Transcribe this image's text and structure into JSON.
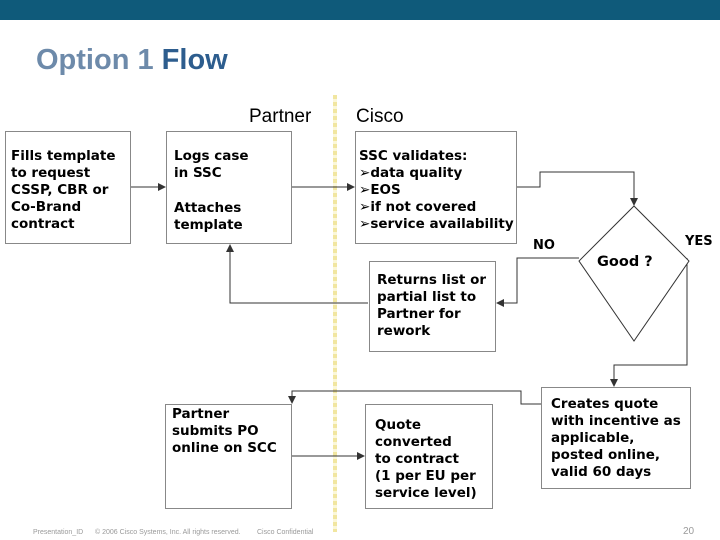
{
  "title": {
    "part1": "Option 1",
    "part2": "Flow"
  },
  "columns": {
    "partner": "Partner",
    "cisco": "Cisco"
  },
  "boxes": {
    "fills_template": "Fills template\nto request\nCSSP, CBR or\nCo-Brand\ncontract",
    "logs_case": "Logs case\nin SSC",
    "attaches_template": "Attaches\ntemplate",
    "ssc_validates": {
      "heading": "SSC validates:",
      "bullets": [
        "data quality",
        "EOS",
        "if not covered",
        "service availability"
      ]
    },
    "returns_list": "Returns list or\npartial list to\nPartner for\nrework",
    "partner_submits": "Partner\nsubmits PO\nonline on SCC",
    "quote_converted": "Quote\nconverted\nto contract\n(1 per EU per\nservice level)",
    "creates_quote": "Creates quote\nwith incentive as\napplicable,\nposted online,\nvalid 60 days",
    "decision": "Good ?"
  },
  "labels": {
    "no": "NO",
    "yes": "YES"
  },
  "footer": {
    "presentation_id": "Presentation_ID",
    "copyright": "© 2006 Cisco Systems, Inc. All rights reserved.",
    "confidential": "Cisco Confidential",
    "page_number": "20"
  },
  "colors": {
    "topbar": "#0f5a7a",
    "title_light": "#6d8aaa",
    "title_dark": "#2d5d8e",
    "divider": "#f1e6a0"
  }
}
